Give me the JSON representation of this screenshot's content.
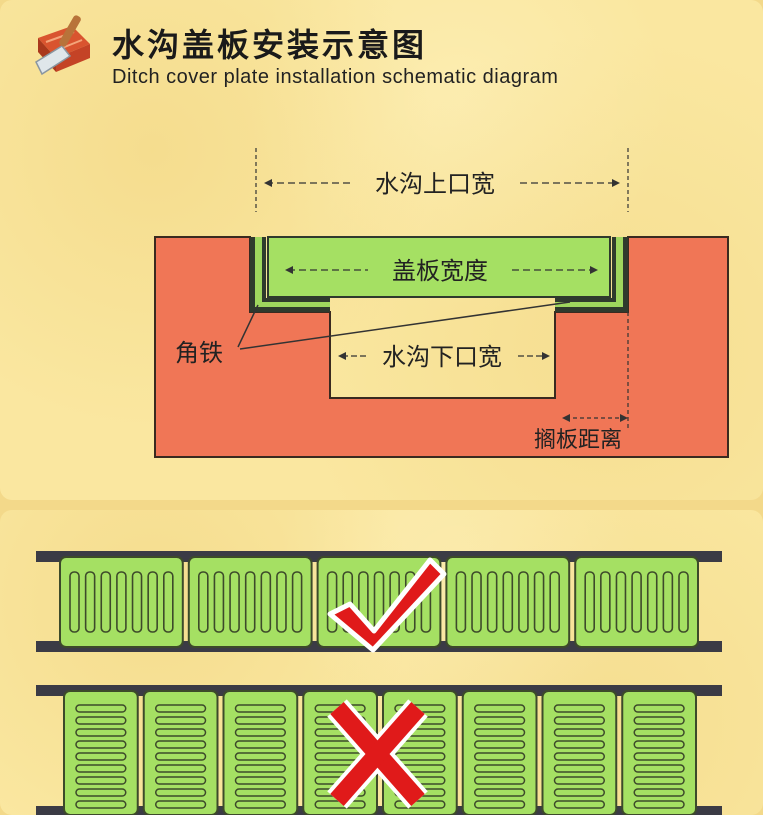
{
  "title": {
    "chinese": "水沟盖板安装示意图",
    "english": "Ditch cover plate installation schematic diagram"
  },
  "logo": {
    "icon": "brick-trowel-icon"
  },
  "diagram": {
    "labels": {
      "top_width": "水沟上口宽",
      "plate_width": "盖板宽度",
      "angle_iron": "角铁",
      "bottom_width": "水沟下口宽",
      "rest_distance": "搁板距离"
    },
    "colors": {
      "concrete": "#f07656",
      "plate": "#a5e063",
      "channel": "#fae7a0",
      "angle_iron": "#2f3a2d"
    }
  },
  "examples": {
    "correct": {
      "slot_orientation": "vertical",
      "plate_count": 5,
      "mark_icon": "check-mark-icon",
      "mark_color": "#e01a1a"
    },
    "incorrect": {
      "slot_orientation": "horizontal",
      "plate_count": 8,
      "mark_icon": "cross-mark-icon",
      "mark_color": "#e01a1a"
    }
  }
}
